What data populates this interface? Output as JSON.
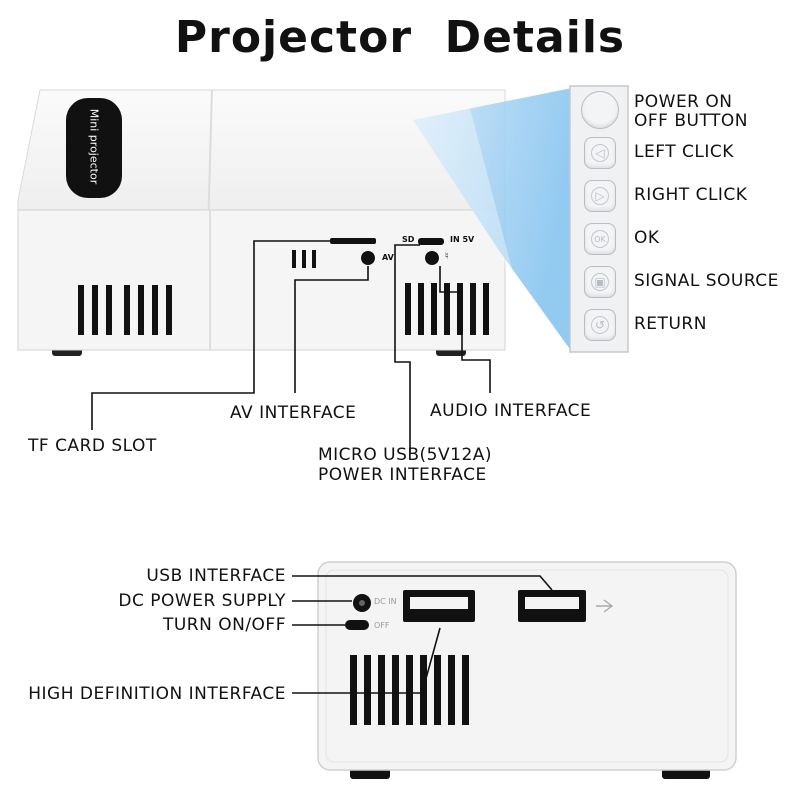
{
  "title": "Projector  Details",
  "device_logo_text": "Mini projector",
  "port_labels": {
    "sd": "SD",
    "in5v": "IN 5V",
    "av": "AV",
    "dcin": "DC IN",
    "off": "OFF"
  },
  "buttons": [
    {
      "label_line1": "POWER ON",
      "label_line2": "OFF BUTTON",
      "icon": "power-button-icon"
    },
    {
      "label_line1": "LEFT CLICK",
      "icon": "left-arrow-icon"
    },
    {
      "label_line1": "RIGHT CLICK",
      "icon": "right-arrow-icon"
    },
    {
      "label_line1": "OK",
      "icon": "ok-icon"
    },
    {
      "label_line1": "SIGNAL SOURCE",
      "icon": "source-icon"
    },
    {
      "label_line1": "RETURN",
      "icon": "return-icon"
    }
  ],
  "front_callouts": {
    "tf_card_slot": "TF CARD SLOT",
    "av_interface": "AV INTERFACE",
    "audio_interface": "AUDIO INTERFACE",
    "micro_usb_line1": "MICRO USB(5V12A)",
    "micro_usb_line2": "POWER INTERFACE"
  },
  "rear_callouts": {
    "usb_interface": "USB INTERFACE",
    "dc_power_supply": "DC POWER SUPPLY",
    "turn_on_off": "TURN ON/OFF",
    "hdmi": "HIGH DEFINITION INTERFACE"
  },
  "colors": {
    "device_body": "#f4f4f4",
    "device_outline": "#d2d2d2",
    "vent": "#111111",
    "beam": "#b9dcf5"
  }
}
